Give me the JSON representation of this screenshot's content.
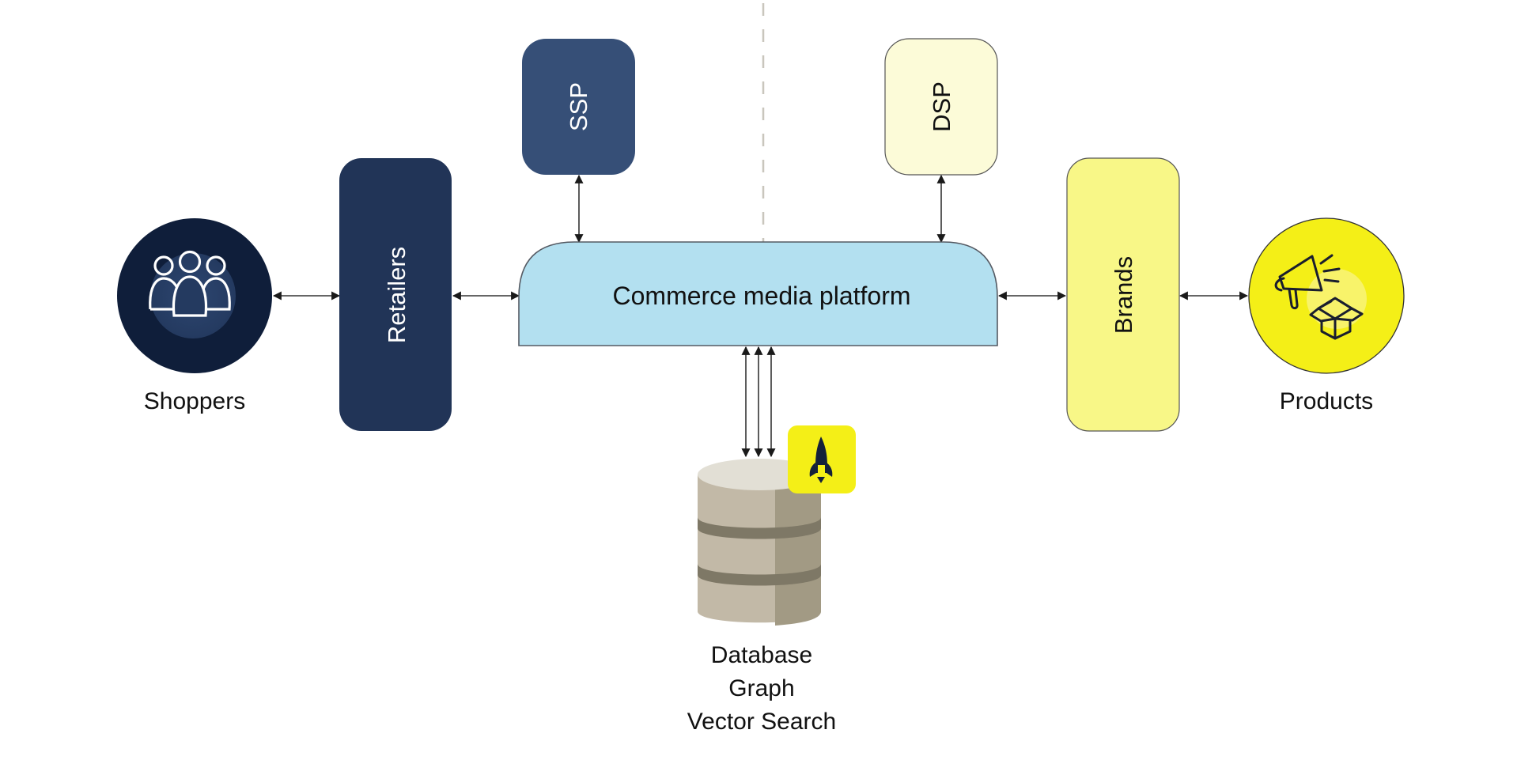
{
  "nodes": {
    "shoppers": {
      "label": "Shoppers",
      "icon": "people-group-icon",
      "color": "#0f1e3a"
    },
    "retailers": {
      "label": "Retailers",
      "color": "#213457"
    },
    "ssp": {
      "label": "SSP",
      "color": "#364f77"
    },
    "platform": {
      "label": "Commerce media platform",
      "color": "#b3e0f0"
    },
    "dsp": {
      "label": "DSP",
      "color": "#fcfbd8"
    },
    "brands": {
      "label": "Brands",
      "color": "#f8f787"
    },
    "products": {
      "label": "Products",
      "icon": "megaphone-box-icon",
      "color": "#f4ef17"
    },
    "database": {
      "lines": [
        "Database",
        "Graph",
        "Vector Search"
      ],
      "badge_icon": "rocket-icon",
      "badge_color": "#f4ef17"
    }
  },
  "connections": [
    {
      "from": "shoppers",
      "to": "retailers",
      "type": "bidirectional"
    },
    {
      "from": "retailers",
      "to": "platform",
      "type": "bidirectional"
    },
    {
      "from": "ssp",
      "to": "platform",
      "type": "bidirectional"
    },
    {
      "from": "dsp",
      "to": "platform",
      "type": "bidirectional"
    },
    {
      "from": "platform",
      "to": "brands",
      "type": "bidirectional"
    },
    {
      "from": "brands",
      "to": "products",
      "type": "bidirectional"
    },
    {
      "from": "platform",
      "to": "database",
      "type": "bidirectional",
      "count": 3
    }
  ]
}
